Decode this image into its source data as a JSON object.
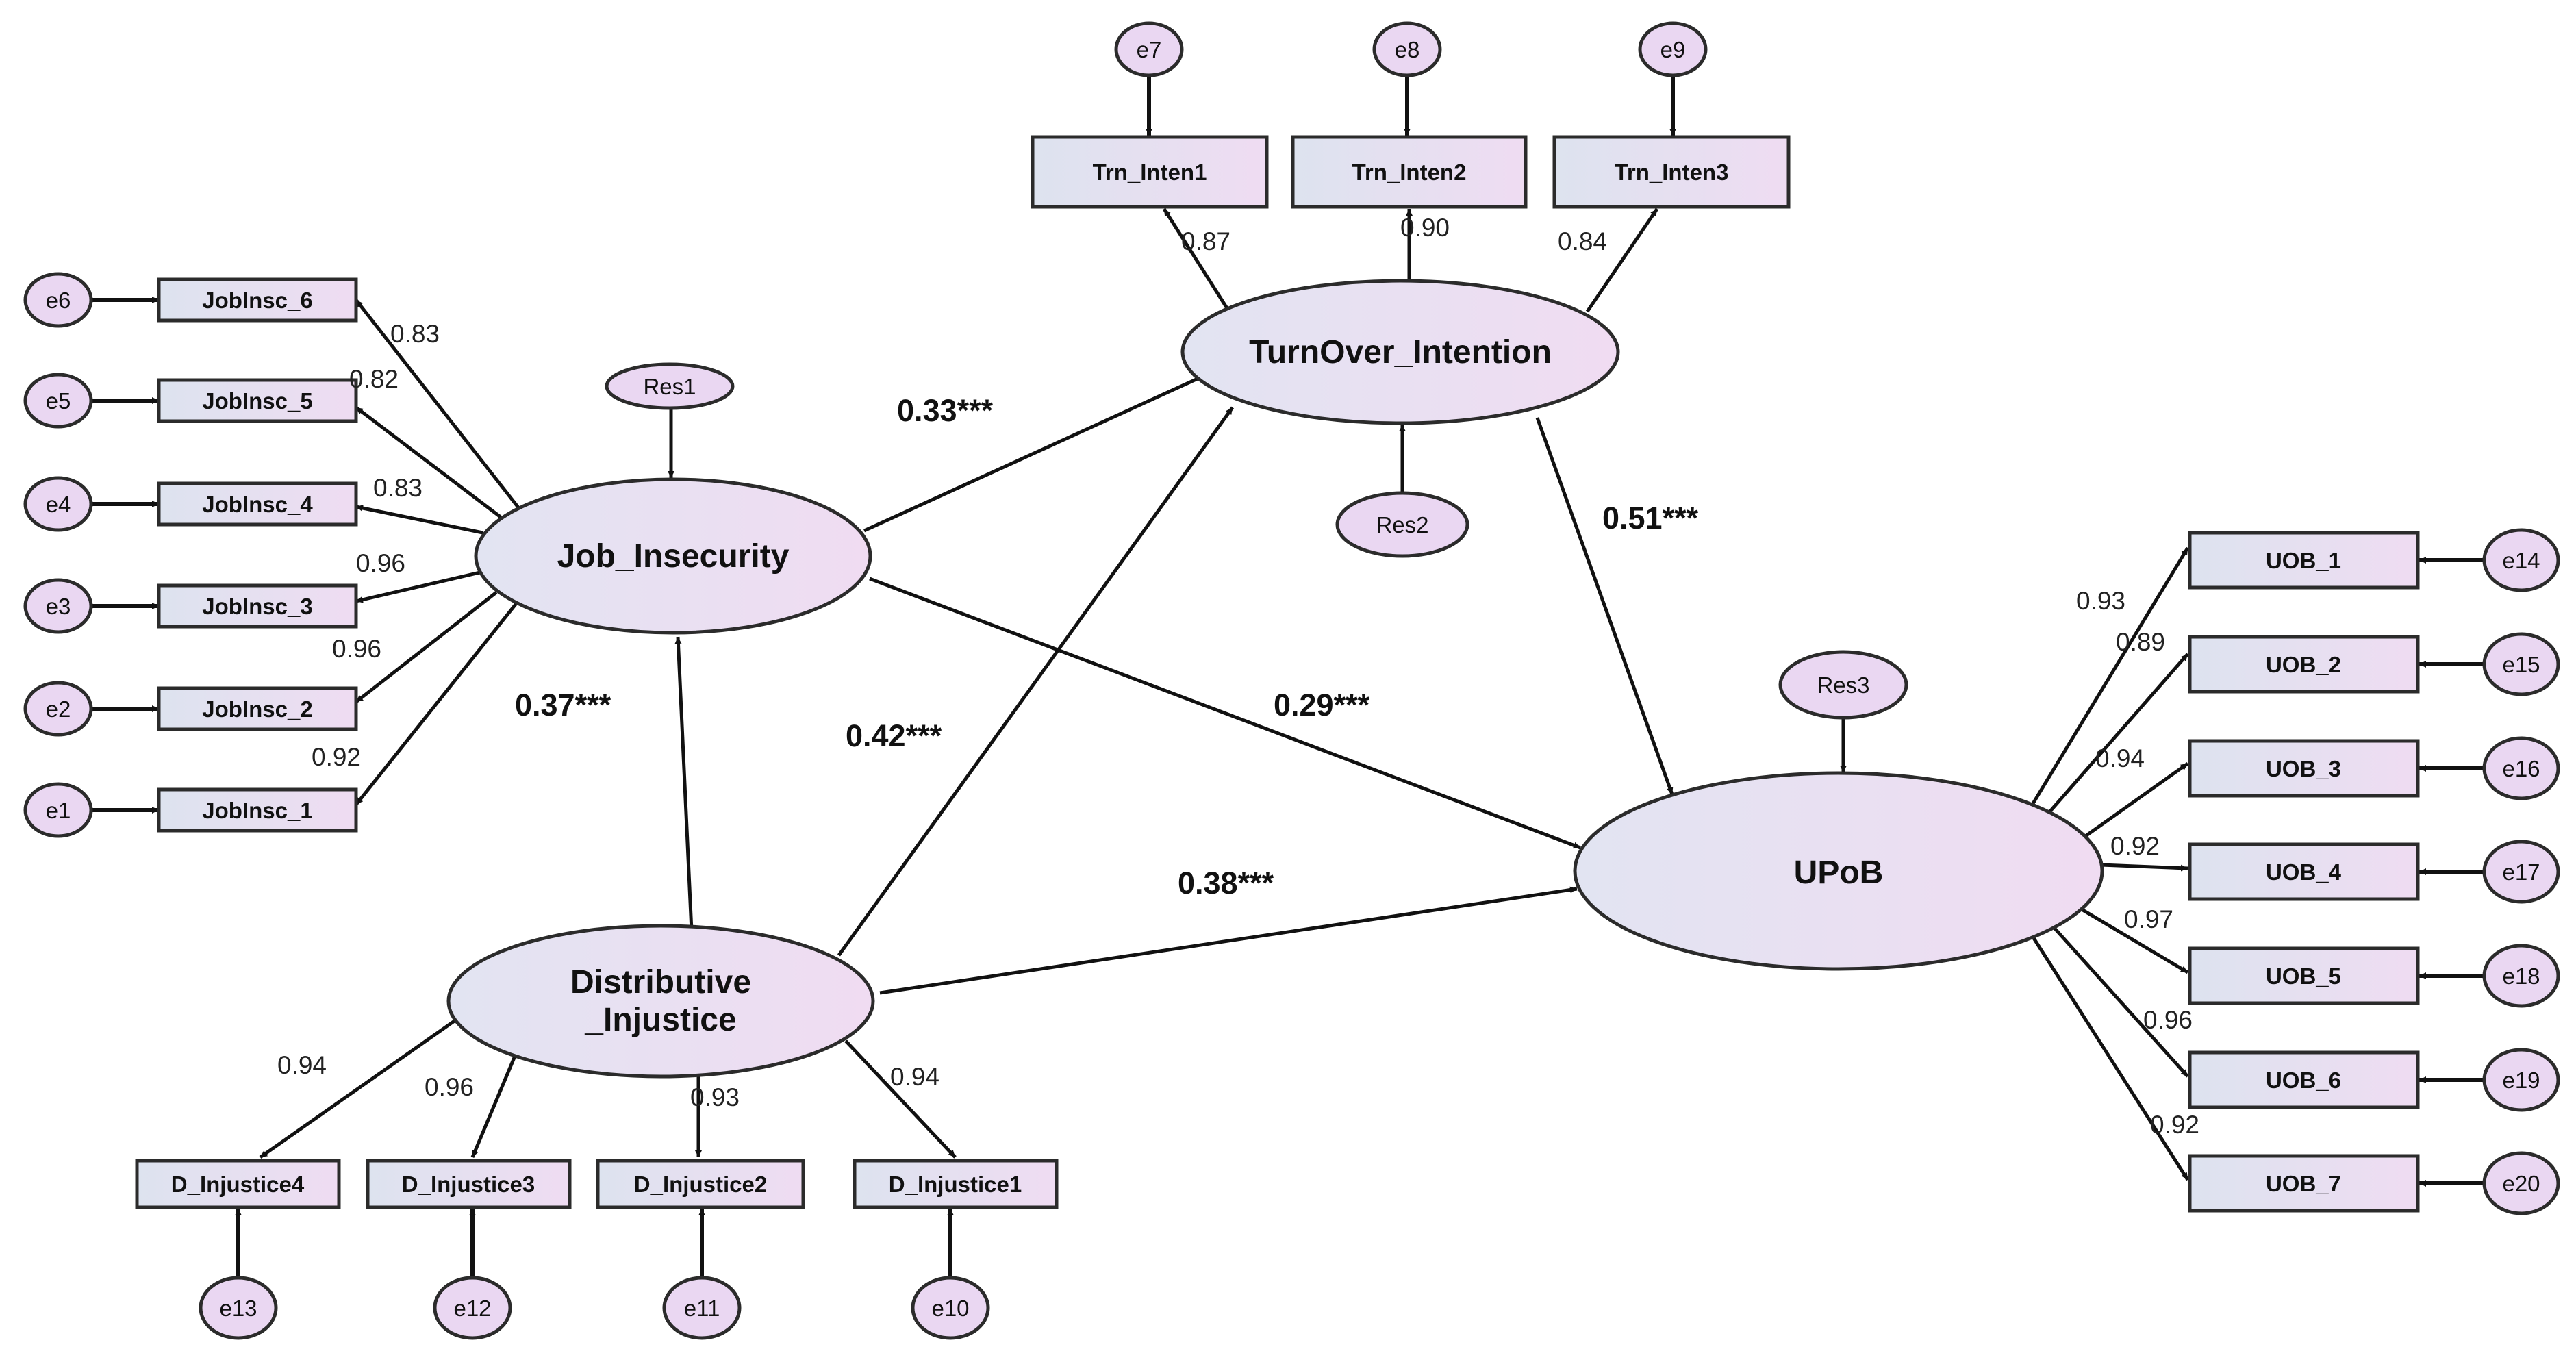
{
  "latents": {
    "job_insecurity": "Job_Insecurity",
    "turnover_intention": "TurnOver_Intention",
    "upob": "UPoB",
    "distributive_line1": "Distributive",
    "distributive_line2": "_Injustice"
  },
  "residuals": {
    "res1": "Res1",
    "res2": "Res2",
    "res3": "Res3"
  },
  "indicators": {
    "jobinsc": [
      "JobInsc_6",
      "JobInsc_5",
      "JobInsc_4",
      "JobInsc_3",
      "JobInsc_2",
      "JobInsc_1"
    ],
    "trn": [
      "Trn_Inten1",
      "Trn_Inten2",
      "Trn_Inten3"
    ],
    "uob": [
      "UOB_1",
      "UOB_2",
      "UOB_3",
      "UOB_4",
      "UOB_5",
      "UOB_6",
      "UOB_7"
    ],
    "dinj": [
      "D_Injustice4",
      "D_Injustice3",
      "D_Injustice2",
      "D_Injustice1"
    ]
  },
  "errors": {
    "jobinsc": [
      "e6",
      "e5",
      "e4",
      "e3",
      "e2",
      "e1"
    ],
    "trn": [
      "e7",
      "e8",
      "e9"
    ],
    "uob": [
      "e14",
      "e15",
      "e16",
      "e17",
      "e18",
      "e19",
      "e20"
    ],
    "dinj": [
      "e13",
      "e12",
      "e11",
      "e10"
    ]
  },
  "loadings": {
    "jobinsc": [
      "0.83",
      "0.82",
      "0.83",
      "0.96",
      "0.96",
      "0.92"
    ],
    "trn": [
      "0.87",
      "0.90",
      "0.84"
    ],
    "uob": [
      "0.93",
      "0.89",
      "0.94",
      "0.92",
      "0.97",
      "0.96",
      "0.92"
    ],
    "dinj": [
      "0.94",
      "0.96",
      "0.93",
      "0.94"
    ]
  },
  "paths": {
    "ji_to": "0.33***",
    "to_upob": "0.51***",
    "ji_upob": "0.29***",
    "di_ji": "0.37***",
    "di_to": "0.42***",
    "di_upob": "0.38***"
  },
  "colors": {
    "box_fill_left": "#dde3ef",
    "box_fill_right": "#efdcf2",
    "error_fill": "#ead7f2",
    "stroke": "#2b2b2b"
  }
}
